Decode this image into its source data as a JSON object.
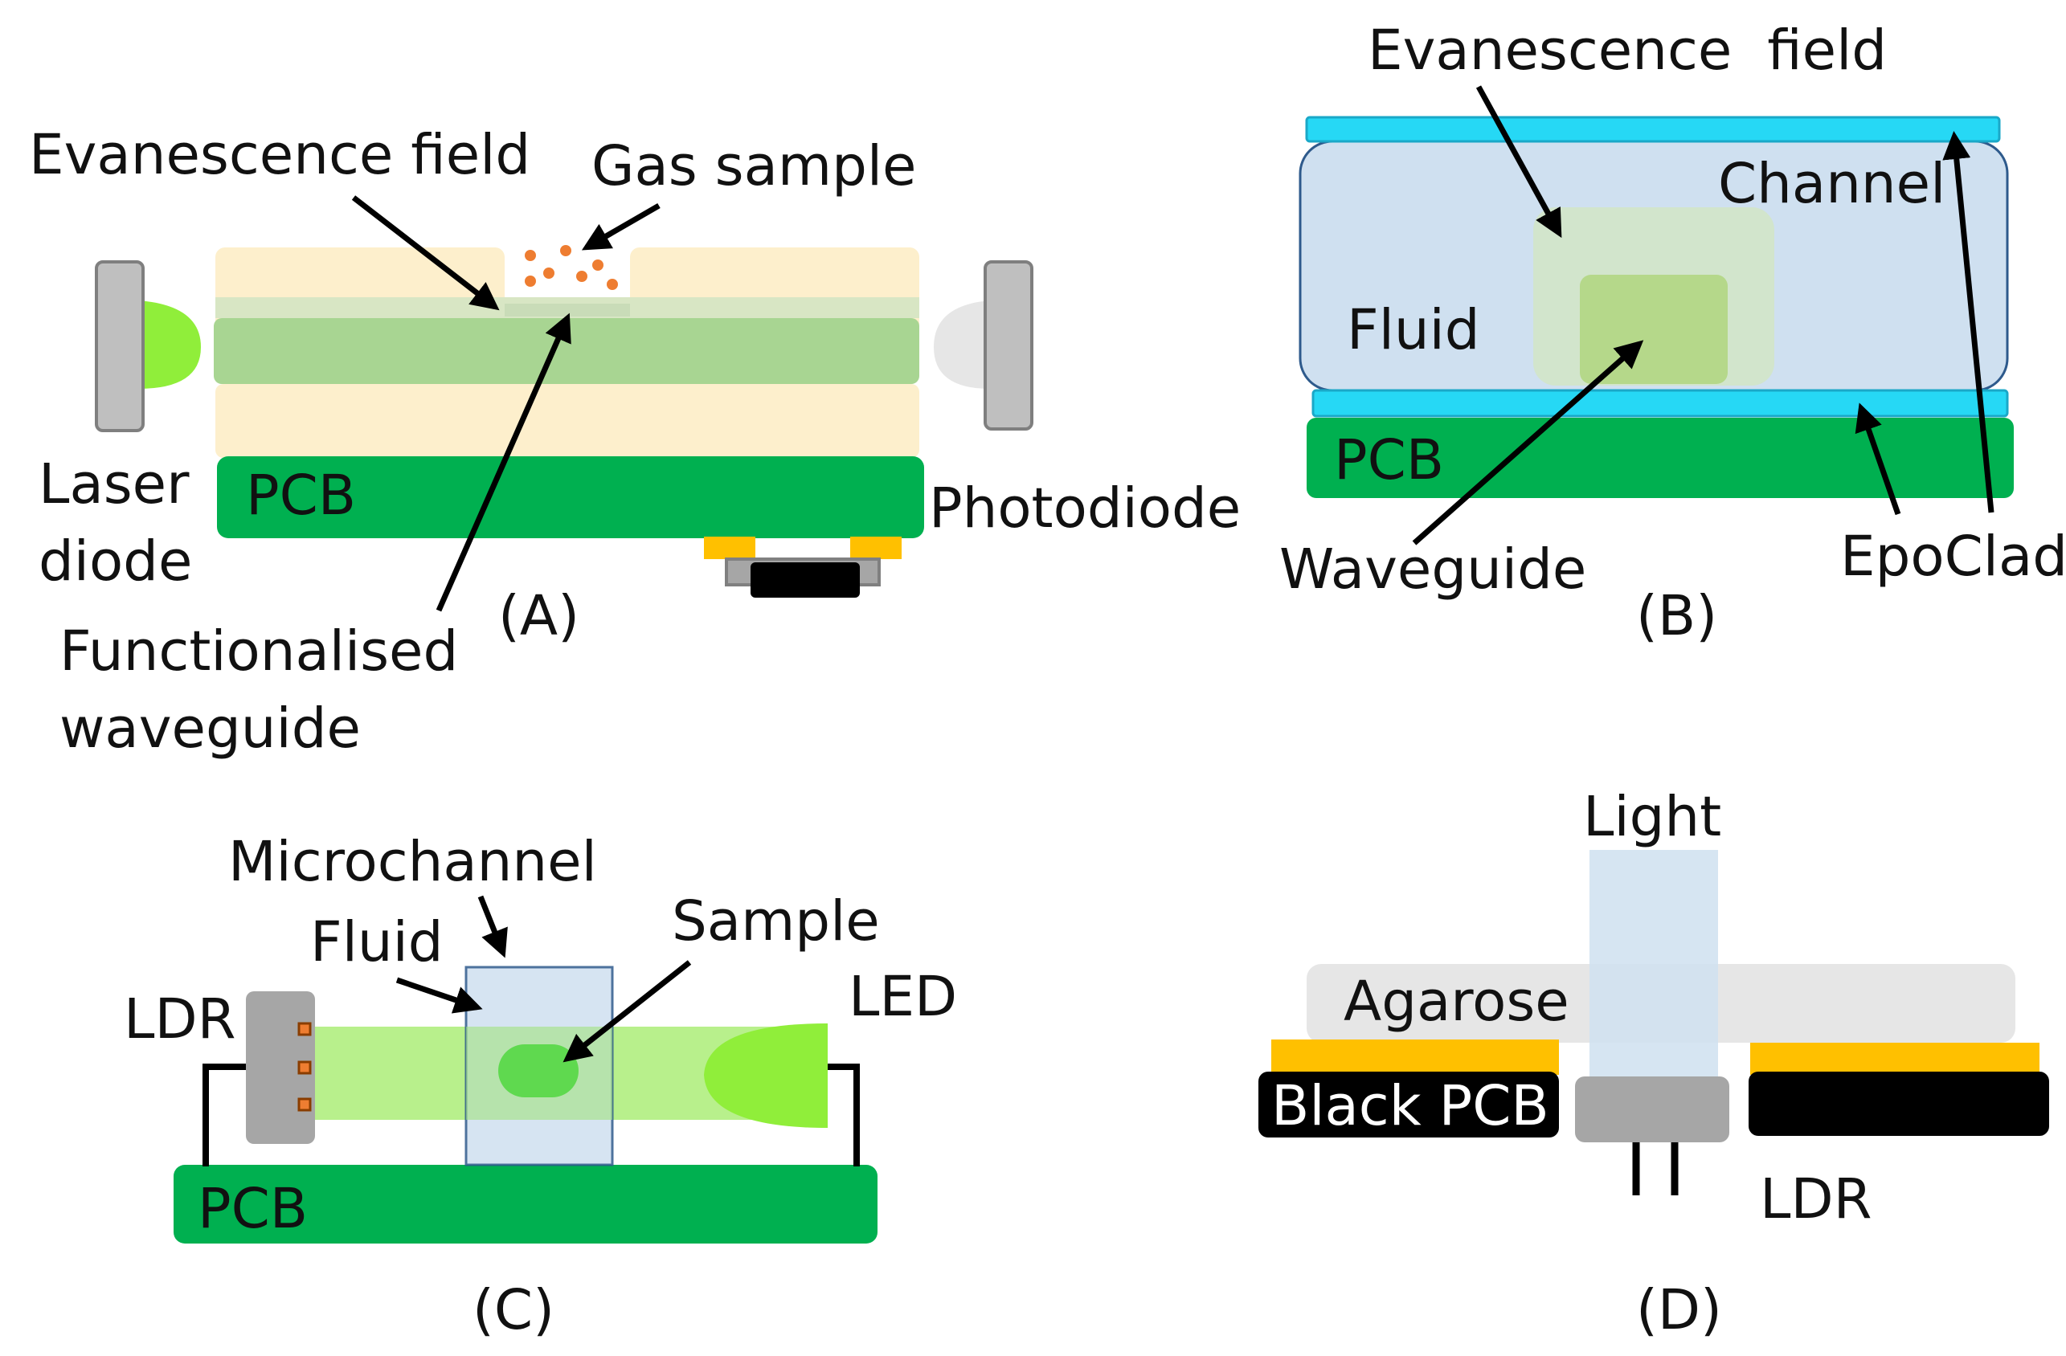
{
  "colors": {
    "pcb_green": "#00b050",
    "cream": "#fdefcc",
    "waveguide_green": "#a8d592",
    "cladding": "#d8e6c4",
    "laser_green": "#90ee3a",
    "gray": "#bdbdbd",
    "channel_blue": "#cfe0f0",
    "epoclad_cyan": "#26d8f5",
    "field_green": "#d2e6c8",
    "core_green": "#b5d88a",
    "fluid_green": "#b8f08c",
    "sample_green": "#5fd94f",
    "agarose": "#e6e6e6",
    "light_blue": "#d3e3f3",
    "gold": "#ffc000",
    "black": "#000000",
    "particle_orange": "#ee7d31"
  },
  "panel_a": {
    "caption": "(A)",
    "evanescence_label": "Evanescence field",
    "gas_label": "Gas sample",
    "pcb_label": "PCB",
    "laser_line1": "Laser",
    "laser_line2": "diode",
    "photodiode_label": "Photodiode",
    "functionalised_line1": "Functionalised",
    "functionalised_line2": "waveguide"
  },
  "panel_b": {
    "caption": "(B)",
    "evanescence_label": "Evanescence  field",
    "channel_label": "Channel",
    "fluid_label": "Fluid",
    "pcb_label": "PCB",
    "waveguide_label": "Waveguide",
    "epoclad_label": "EpoClad"
  },
  "panel_c": {
    "caption": "(C)",
    "microchannel_label": "Microchannel",
    "fluid_label": "Fluid",
    "sample_label": "Sample",
    "ldr_label": "LDR",
    "led_label": "LED",
    "pcb_label": "PCB"
  },
  "panel_d": {
    "caption": "(D)",
    "light_label": "Light",
    "agarose_label": "Agarose",
    "black_pcb_label": "Black PCB",
    "ldr_label": "LDR"
  }
}
